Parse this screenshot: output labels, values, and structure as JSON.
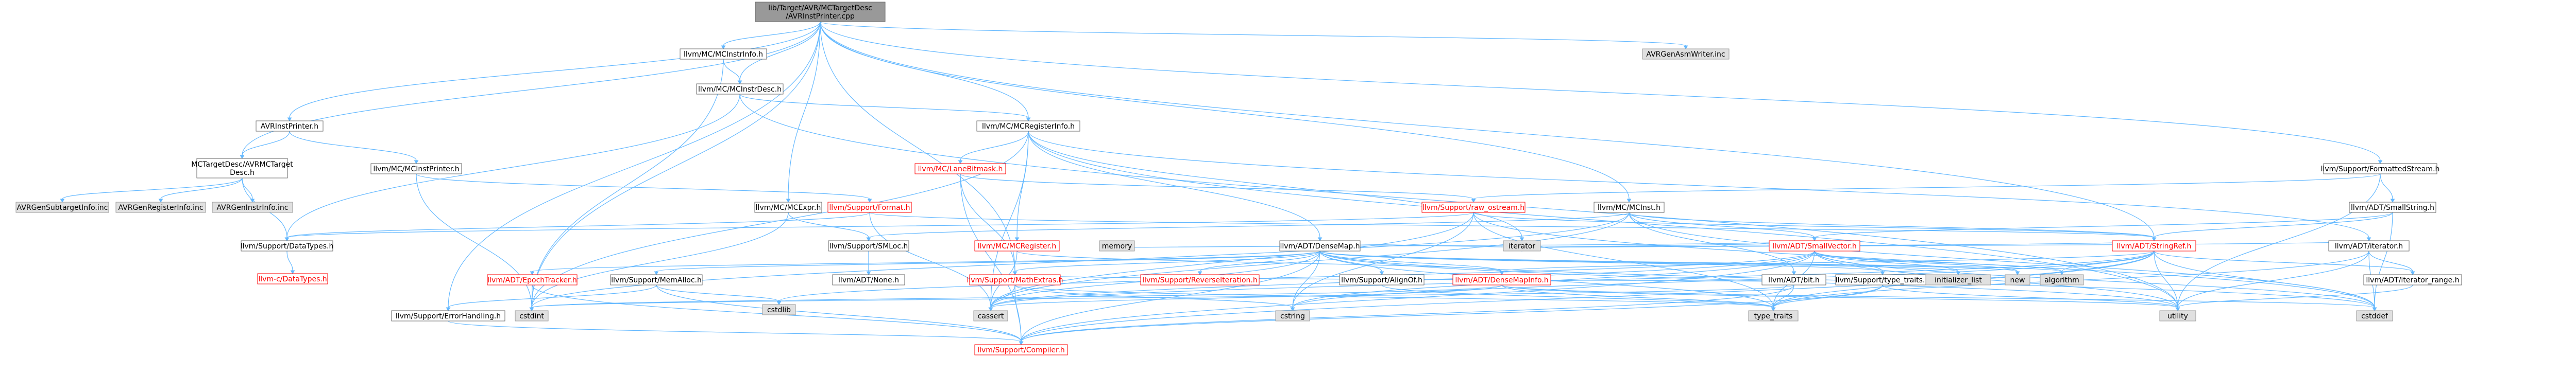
{
  "graph": {
    "root": [
      "lib/Target/AVR/MCTargetDesc",
      "/AVRInstPrinter.cpp"
    ],
    "nodes": {
      "root": [
        "lib/Target/AVR/MCTargetDesc",
        "/AVRInstPrinter.cpp"
      ],
      "avr_asm_writer": [
        "AVRGenAsmWriter.inc"
      ],
      "mc_instr_info": [
        "llvm/MC/MCInstrInfo.h"
      ],
      "mc_instr_desc": [
        "llvm/MC/MCInstrDesc.h"
      ],
      "avr_inst_printer": [
        "AVRInstPrinter.h"
      ],
      "mc_register_info": [
        "llvm/MC/MCRegisterInfo.h"
      ],
      "avr_mc_target_desc": [
        "MCTargetDesc/AVRMCTarget",
        "Desc.h"
      ],
      "mc_inst_printer": [
        "llvm/MC/MCInstPrinter.h"
      ],
      "avr_gen_subtarget": [
        "AVRGenSubtargetInfo.inc"
      ],
      "avr_gen_register": [
        "AVRGenRegisterInfo.inc"
      ],
      "avr_gen_instr": [
        "AVRGenInstrInfo.inc"
      ],
      "mc_lane_bitmask": [
        "llvm/MC/LaneBitmask.h"
      ],
      "mc_expr": [
        "llvm/MC/MCExpr.h"
      ],
      "support_format": [
        "llvm/Support/Format.h"
      ],
      "support_raw_ostream": [
        "llvm/Support/raw_ostream.h"
      ],
      "mc_inst": [
        "llvm/MC/MCInst.h"
      ],
      "support_formatted_stream": [
        "llvm/Support/FormattedStream.h"
      ],
      "adt_small_string": [
        "llvm/ADT/SmallString.h"
      ],
      "support_data_types": [
        "llvm/Support/DataTypes.h"
      ],
      "c_data_types": [
        "llvm-c/DataTypes.h"
      ],
      "support_smloc": [
        "llvm/Support/SMLoc.h"
      ],
      "adt_none": [
        "llvm/ADT/None.h"
      ],
      "mc_register": [
        "llvm/MC/MCRegister.h"
      ],
      "adt_dense_map": [
        "llvm/ADT/DenseMap.h"
      ],
      "adt_small_vector": [
        "llvm/ADT/SmallVector.h"
      ],
      "adt_string_ref": [
        "llvm/ADT/StringRef.h"
      ],
      "adt_iterator": [
        "llvm/ADT/iterator.h"
      ],
      "adt_iterator_range": [
        "llvm/ADT/iterator_range.h"
      ],
      "adt_epoch_tracker": [
        "llvm/ADT/EpochTracker.h"
      ],
      "support_mem_alloc": [
        "llvm/Support/MemAlloc.h"
      ],
      "support_math_extras": [
        "llvm/Support/MathExtras.h"
      ],
      "support_reverse_iteration": [
        "llvm/Support/ReverseIteration.h"
      ],
      "support_align_of": [
        "llvm/Support/AlignOf.h"
      ],
      "adt_dense_map_info": [
        "llvm/ADT/DenseMapInfo.h"
      ],
      "adt_bit": [
        "llvm/ADT/bit.h"
      ],
      "support_type_traits": [
        "llvm/Support/type_traits.h"
      ],
      "support_error_handling": [
        "llvm/Support/ErrorHandling.h"
      ],
      "support_compiler": [
        "llvm/Support/Compiler.h"
      ],
      "cstdint": [
        "cstdint"
      ],
      "cstdlib": [
        "cstdlib"
      ],
      "cassert": [
        "cassert"
      ],
      "cstring": [
        "cstring"
      ],
      "memory": [
        "memory"
      ],
      "iterator": [
        "iterator"
      ],
      "initializer_list": [
        "initializer_list"
      ],
      "new": [
        "new"
      ],
      "algorithm": [
        "algorithm"
      ],
      "type_traits": [
        "type_traits"
      ],
      "utility": [
        "utility"
      ],
      "cstddef": [
        "cstddef"
      ]
    }
  }
}
